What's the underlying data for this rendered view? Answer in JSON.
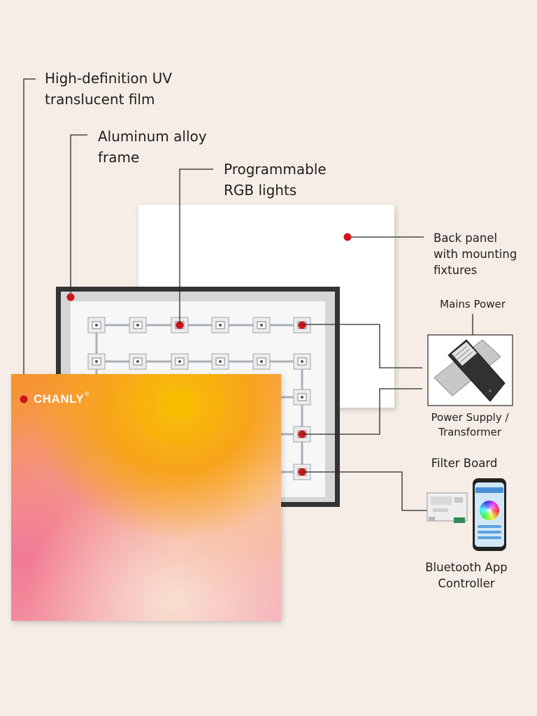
{
  "labels": {
    "uv_film": "High-definition UV\ntranslucent film",
    "frame": "Aluminum alloy\nframe",
    "rgb_lights": "Programmable\nRGB lights",
    "back_panel": "Back panel\nwith mounting\nfixtures",
    "mains_power": "Mains Power",
    "power_supply": "Power Supply /\nTransformer",
    "filter_board": "Filter Board",
    "bluetooth_app": "Bluetooth App\nController"
  },
  "brand": {
    "name": "CHANLY",
    "mark": "®"
  },
  "colors": {
    "background": "#f5ede6",
    "marker": "#d0141c",
    "frame": "#333333",
    "leader_line": "#2a2a2a",
    "film_gradient": [
      "#f7b500",
      "#f7852e",
      "#f57d86",
      "#f7c7a6"
    ]
  },
  "icons": {
    "led_module": "led-chip-icon",
    "power_supply": "power-supply-icon",
    "filter_board": "circuit-board-icon",
    "phone": "smartphone-color-wheel-icon"
  }
}
